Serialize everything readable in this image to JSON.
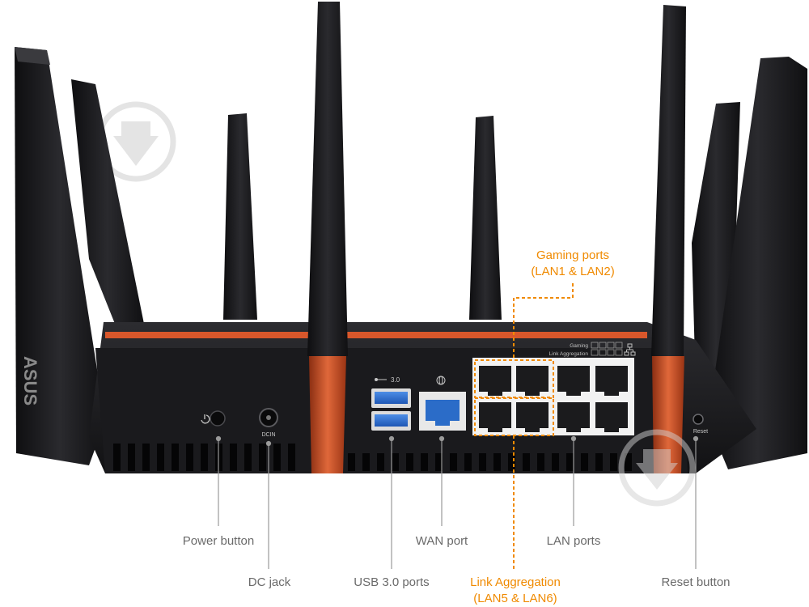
{
  "brand": {
    "logo_text": "ASUS"
  },
  "panel_markings": {
    "usb_label": "3.0",
    "dc_label": "DCIN",
    "reset_label": "Reset",
    "gaming_label": "Gaming",
    "link_aggregation_label": "Link Aggregation"
  },
  "callouts": {
    "power_button": "Power button",
    "dc_jack": "DC jack",
    "usb_ports": "USB 3.0 ports",
    "wan_port": "WAN port",
    "lan_ports": "LAN ports",
    "reset_button": "Reset button",
    "gaming_ports_line1": "Gaming ports",
    "gaming_ports_line2": "(LAN1 & LAN2)",
    "link_aggregation_line1": "Link Aggregation",
    "link_aggregation_line2": "(LAN5 & LAN6)"
  },
  "colors": {
    "accent_orange": "#f08a00",
    "copper": "#d9572b",
    "body_black": "#1c1c1e",
    "leader_gray": "#9a9a9a",
    "label_gray": "#6a6a6a"
  }
}
